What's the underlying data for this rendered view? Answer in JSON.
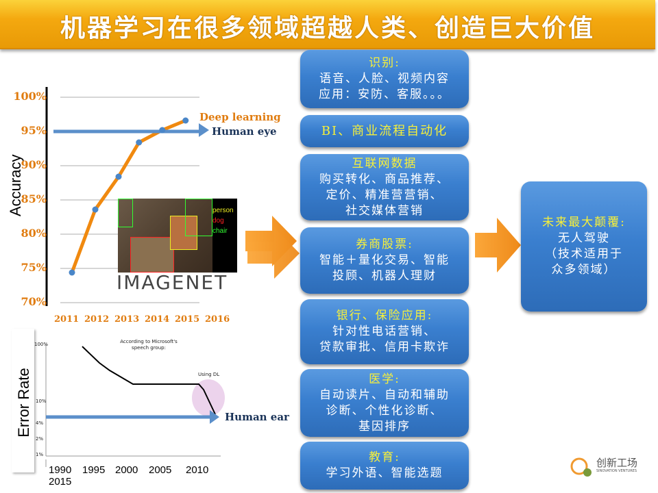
{
  "title": "机器学习在很多领域超越人类、创造巨大价值",
  "chart_data": [
    {
      "type": "line",
      "ylabel": "Accuracy",
      "y_ticks": [
        "100%",
        "95%",
        "90%",
        "85%",
        "80%",
        "75%",
        "70%"
      ],
      "ylim": [
        70,
        100
      ],
      "categories": [
        "2011",
        "2012",
        "2013",
        "2014",
        "2015",
        "2016"
      ],
      "series": [
        {
          "name": "Deep learning",
          "x": [
            2011.3,
            2012.1,
            2012.9,
            2013.6,
            2014.4,
            2015.2
          ],
          "values": [
            74.4,
            83.6,
            88.4,
            93.4,
            95.2,
            96.6
          ]
        }
      ],
      "reference_line": {
        "name": "Human eye",
        "value": 95
      },
      "image_caption": "IMAGENET",
      "image_labels": [
        "person",
        "dog",
        "chair"
      ]
    },
    {
      "type": "line",
      "ylabel": "Error Rate",
      "y_ticks": [
        "100%",
        "10%",
        "4%",
        "2%",
        "1%"
      ],
      "categories": [
        "1990",
        "1995",
        "2000",
        "2005",
        "2010",
        "2015"
      ],
      "annotation": "According to Microsoft's speech group:",
      "highlight_label": "Using DL",
      "reference_line": {
        "name": "Human ear"
      }
    }
  ],
  "boxes": [
    {
      "head": "识别:",
      "lines": [
        "语音、人脸、视频内容",
        "应用：安防、客服。。。"
      ]
    },
    {
      "head": "BI、商业流程自动化",
      "lines": []
    },
    {
      "head": "互联网数据",
      "lines": [
        "购买转化、商品推荐、",
        "定价、精准营营销、",
        "社交媒体营销"
      ]
    },
    {
      "head": "券商股票:",
      "lines": [
        "智能＋量化交易、智能",
        "投顾、机器人理财"
      ]
    },
    {
      "head": "银行、保险应用:",
      "lines": [
        "针对性电话营销、",
        "贷款审批、信用卡欺诈"
      ]
    },
    {
      "head": "医学:",
      "lines": [
        "自动读片、自动和辅助",
        "诊断、个性化诊断、",
        "基因排序"
      ]
    },
    {
      "head": "教育:",
      "lines": [
        "学习外语、智能选题"
      ]
    }
  ],
  "future": {
    "head": "未来最大颠覆:",
    "lines": [
      "无人驾驶",
      "（技术适用于",
      "众多领域）"
    ]
  },
  "logo": {
    "cn": "创新工场",
    "en": "SINOVATION VENTURES"
  }
}
